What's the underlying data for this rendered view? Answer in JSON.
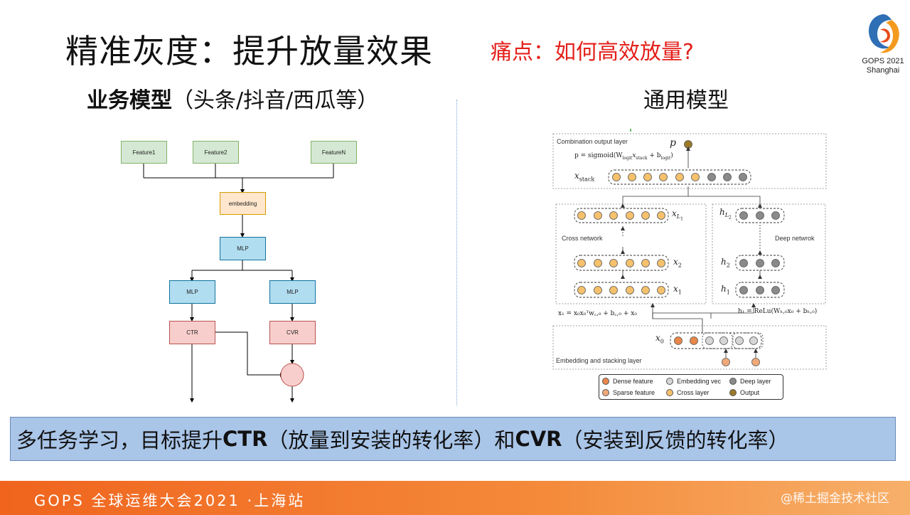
{
  "slide": {
    "title": "精准灰度：提升放量效果",
    "pain_point": "痛点：如何高效放量?",
    "logo": {
      "line1": "GOPS 2021",
      "line2": "Shanghai"
    },
    "left_heading": {
      "bold": "业务模型",
      "rest": "（头条/抖音/西瓜等）"
    },
    "right_heading": "通用模型",
    "banner": {
      "t1": "多任务学习，目标提升",
      "t2": "CTR",
      "t3": "（放量到安装的转化率）和 ",
      "t4": "CVR",
      "t5": "（安装到反馈的转化率）"
    },
    "footer": "GOPS 全球运维大会2021 ·上海站",
    "watermark": "@稀土掘金技术社区"
  },
  "business_model": {
    "features": [
      "Feature1",
      "Feature2",
      "FeatureN"
    ],
    "embedding": "embedding",
    "mlp": "MLP",
    "mlp_left": "MLP",
    "mlp_right": "MLP",
    "ctr": "CTR",
    "cvr": "CVR"
  },
  "general_model": {
    "combination_layer": "Combination output layer",
    "p": "p",
    "formula_p": "p = sigmoid(W",
    "formula_p_sub1": "logit",
    "formula_p_mid": "x",
    "formula_p_sub2": "stack",
    "formula_p_end": " + b",
    "formula_p_sub3": "logit",
    "formula_p_close": ")",
    "x_stack": "x",
    "x_stack_sub": "stack",
    "cross_network": "Cross network",
    "deep_network": "Deep netwrok",
    "x_L1": "x",
    "x_L1_sub": "L",
    "x_L1_subsub": "1",
    "h_L2": "h",
    "h_L2_sub": "L",
    "h_L2_subsub": "2",
    "x2": "x",
    "x2_sub": "2",
    "x1": "x",
    "x1_sub": "1",
    "h2": "h",
    "h2_sub": "2",
    "h1": "h",
    "h1_sub": "1",
    "eq_x1": "x₁ = x₀x₀ᵀw꜀,₀ + b꜀,₀ + x₀",
    "eq_h1": "h₁ = ReLu(Wₕ,₀x₀ + bₕ,₀)",
    "x0": "x",
    "x0_sub": "0",
    "embedding_layer": "Embedding and stacking layer",
    "legend": {
      "dense": "Dense feature",
      "embedding": "Embedding vec",
      "deep": "Deep layer",
      "sparse": "Sparse feature",
      "cross": "Cross layer",
      "output": "Output"
    },
    "colors": {
      "dense": "#e8874a",
      "sparse": "#f0a878",
      "embedding": "#d6d6d6",
      "cross": "#f5c16c",
      "deep": "#8a8a8a",
      "output": "#9a7a2a"
    }
  }
}
